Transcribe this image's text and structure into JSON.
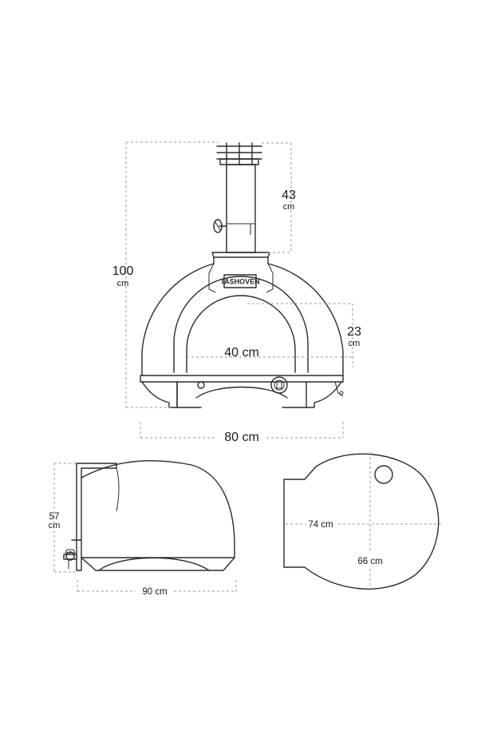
{
  "front_view": {
    "brand_plate": "TASHOVEN",
    "height_total": {
      "value": "100",
      "unit": "cm"
    },
    "chimney_height": {
      "value": "43",
      "unit": "cm"
    },
    "opening_height": {
      "value": "23",
      "unit": "cm"
    },
    "opening_width": "40 cm",
    "total_width": "80 cm"
  },
  "side_view": {
    "height": {
      "value": "57",
      "unit": "cm"
    },
    "depth": "90 cm"
  },
  "top_view": {
    "internal_depth": "74 cm",
    "internal_width": "66 cm"
  }
}
